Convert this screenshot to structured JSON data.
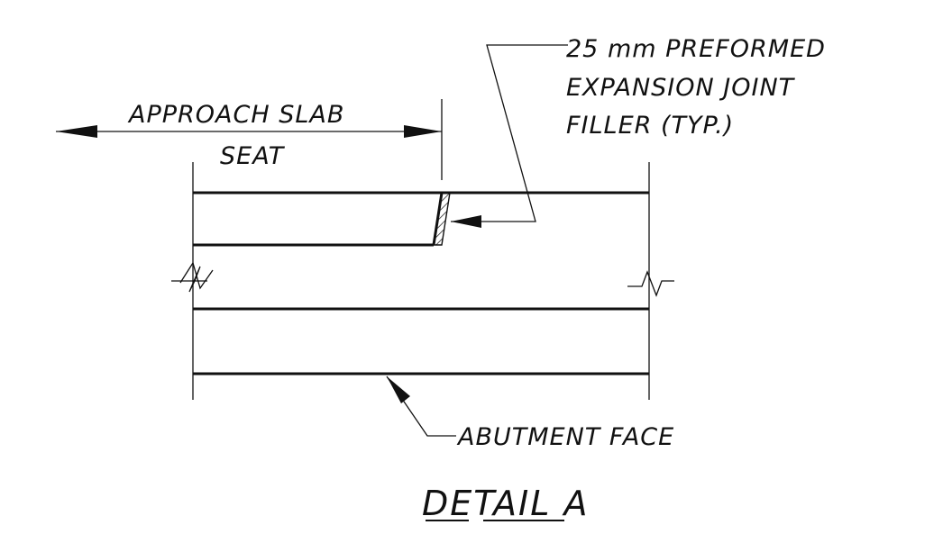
{
  "labels": {
    "approach_slab": "APPROACH SLAB",
    "seat": "SEAT",
    "filler_line1": "25 mm PREFORMED",
    "filler_line2": "EXPANSION JOINT",
    "filler_line3": "FILLER (TYP.)",
    "abutment_face": "ABUTMENT FACE",
    "title": "DETAIL A"
  }
}
